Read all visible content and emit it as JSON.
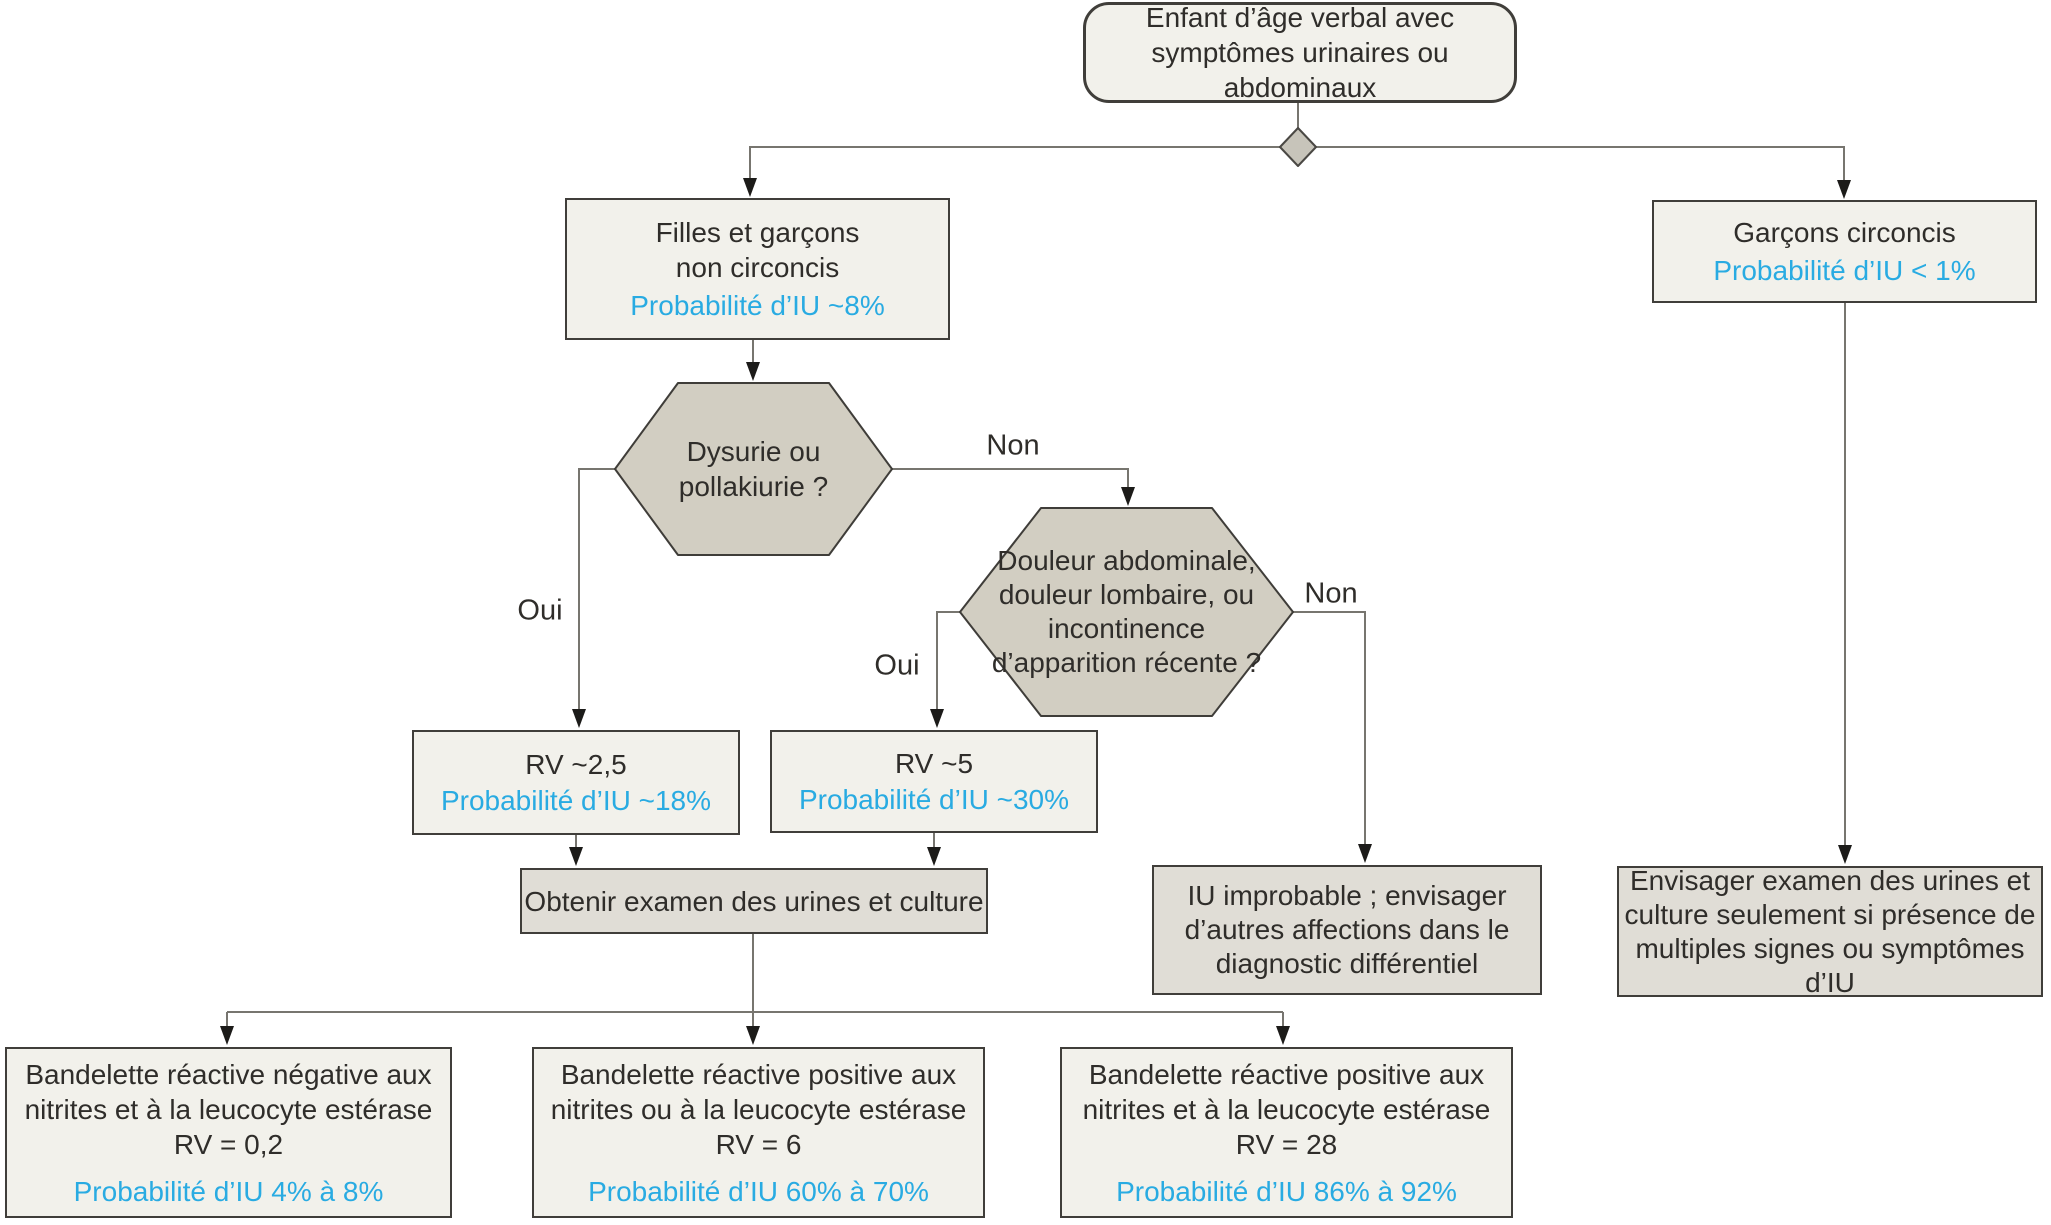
{
  "title": "Algorithme diagnostique d’infection urinaire (IU) chez l’enfant",
  "colors": {
    "accent_blue": "#29abe2",
    "light_box_fill": "#f2f1eb",
    "gray_box_fill": "#e0ddd6",
    "hexagon_fill": "#d2cec2",
    "diamond_fill": "#c7c4ba"
  },
  "nodes": {
    "start": {
      "text": "Enfant d’âge verbal avec\nsymptômes urinaires ou abdominaux"
    },
    "filles_garcons": {
      "text": "Filles et garçons\nnon circoncis",
      "prob": "Probabilité d’IU ~8%"
    },
    "garcons_circoncis": {
      "text": "Garçons circoncis",
      "prob": "Probabilité d’IU < 1%"
    },
    "hex_dysurie": {
      "text": "Dysurie ou\npollakiurie ?"
    },
    "hex_douleur": {
      "text": "Douleur abdominale,\ndouleur lombaire, ou\nincontinence\nd’apparition récente ?"
    },
    "rv25": {
      "text": "RV ~2,5",
      "prob": "Probabilité d’IU ~18%"
    },
    "rv5": {
      "text": "RV ~5",
      "prob": "Probabilité d’IU ~30%"
    },
    "obtenir": {
      "text": "Obtenir examen des urines et culture"
    },
    "iu_improbable": {
      "text": "IU improbable ; envisager\nd’autres affections dans le\ndiagnostic différentiel"
    },
    "envisager": {
      "text": "Envisager examen des urines et\nculture seulement si présence de\nmultiples signes ou symptômes d’IU"
    },
    "bandelette_negative": {
      "text": "Bandelette réactive négative aux\nnitrites et à la leucocyte estérase\nRV = 0,2",
      "prob": "Probabilité d’IU 4% à 8%"
    },
    "bandelette_positive_ou": {
      "text": "Bandelette réactive positive aux\nnitrites ou à la leucocyte estérase\nRV = 6",
      "prob": "Probabilité d’IU 60% à 70%"
    },
    "bandelette_positive_et": {
      "text": "Bandelette réactive positive aux\nnitrites et à la leucocyte estérase\nRV = 28",
      "prob": "Probabilité d’IU 86% à 92%"
    }
  },
  "edge_labels": {
    "dysurie_oui": "Oui",
    "dysurie_non": "Non",
    "douleur_oui": "Oui",
    "douleur_non": "Non"
  }
}
